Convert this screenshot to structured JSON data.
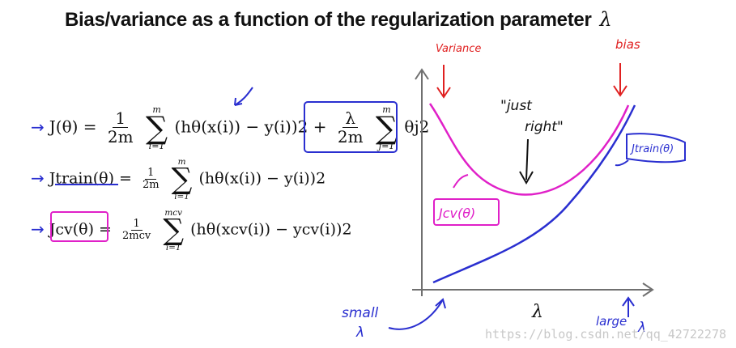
{
  "title": "Bias/variance as a function of the regularization parameter",
  "title_symbol": "λ",
  "equations": {
    "J": {
      "lhs": "J(θ) =",
      "frac_num": "1",
      "frac_den": "2m",
      "sum_top": "m",
      "sum_bottom": "i=1",
      "term": "(hθ(x(i)) − y(i))2 +",
      "reg_num": "λ",
      "reg_den": "2m",
      "reg_sum_top": "m",
      "reg_sum_bottom": "j=1",
      "reg_term": "θj2"
    },
    "Jtrain": {
      "lhs": "Jtrain(θ) =",
      "frac_num": "1",
      "frac_den": "2m",
      "sum_top": "m",
      "sum_bottom": "i=1",
      "term": "(hθ(x(i)) − y(i))2"
    },
    "Jcv": {
      "lhs": "Jcv(θ) =",
      "frac_num": "1",
      "frac_den": "2mcv",
      "sum_top": "mcv",
      "sum_bottom": "i=1",
      "term": "(hθ(xcv(i)) − ycv(i))2"
    }
  },
  "annotations": {
    "variance": "Variance",
    "bias": "bias",
    "just_right_1": "\"just",
    "just_right_2": "right\"",
    "jcv_label": "Jcv(θ)",
    "jtrain_label": "Jtrain(θ)",
    "small": "small",
    "small_lambda": "λ",
    "x_axis": "λ",
    "large": "large",
    "large_lambda": "λ"
  },
  "watermark": "https://blog.csdn.net/qq_42722278",
  "colors": {
    "pink": "#e020c8",
    "blue": "#2a2fd0",
    "red": "#e02020",
    "axis": "#707070"
  }
}
